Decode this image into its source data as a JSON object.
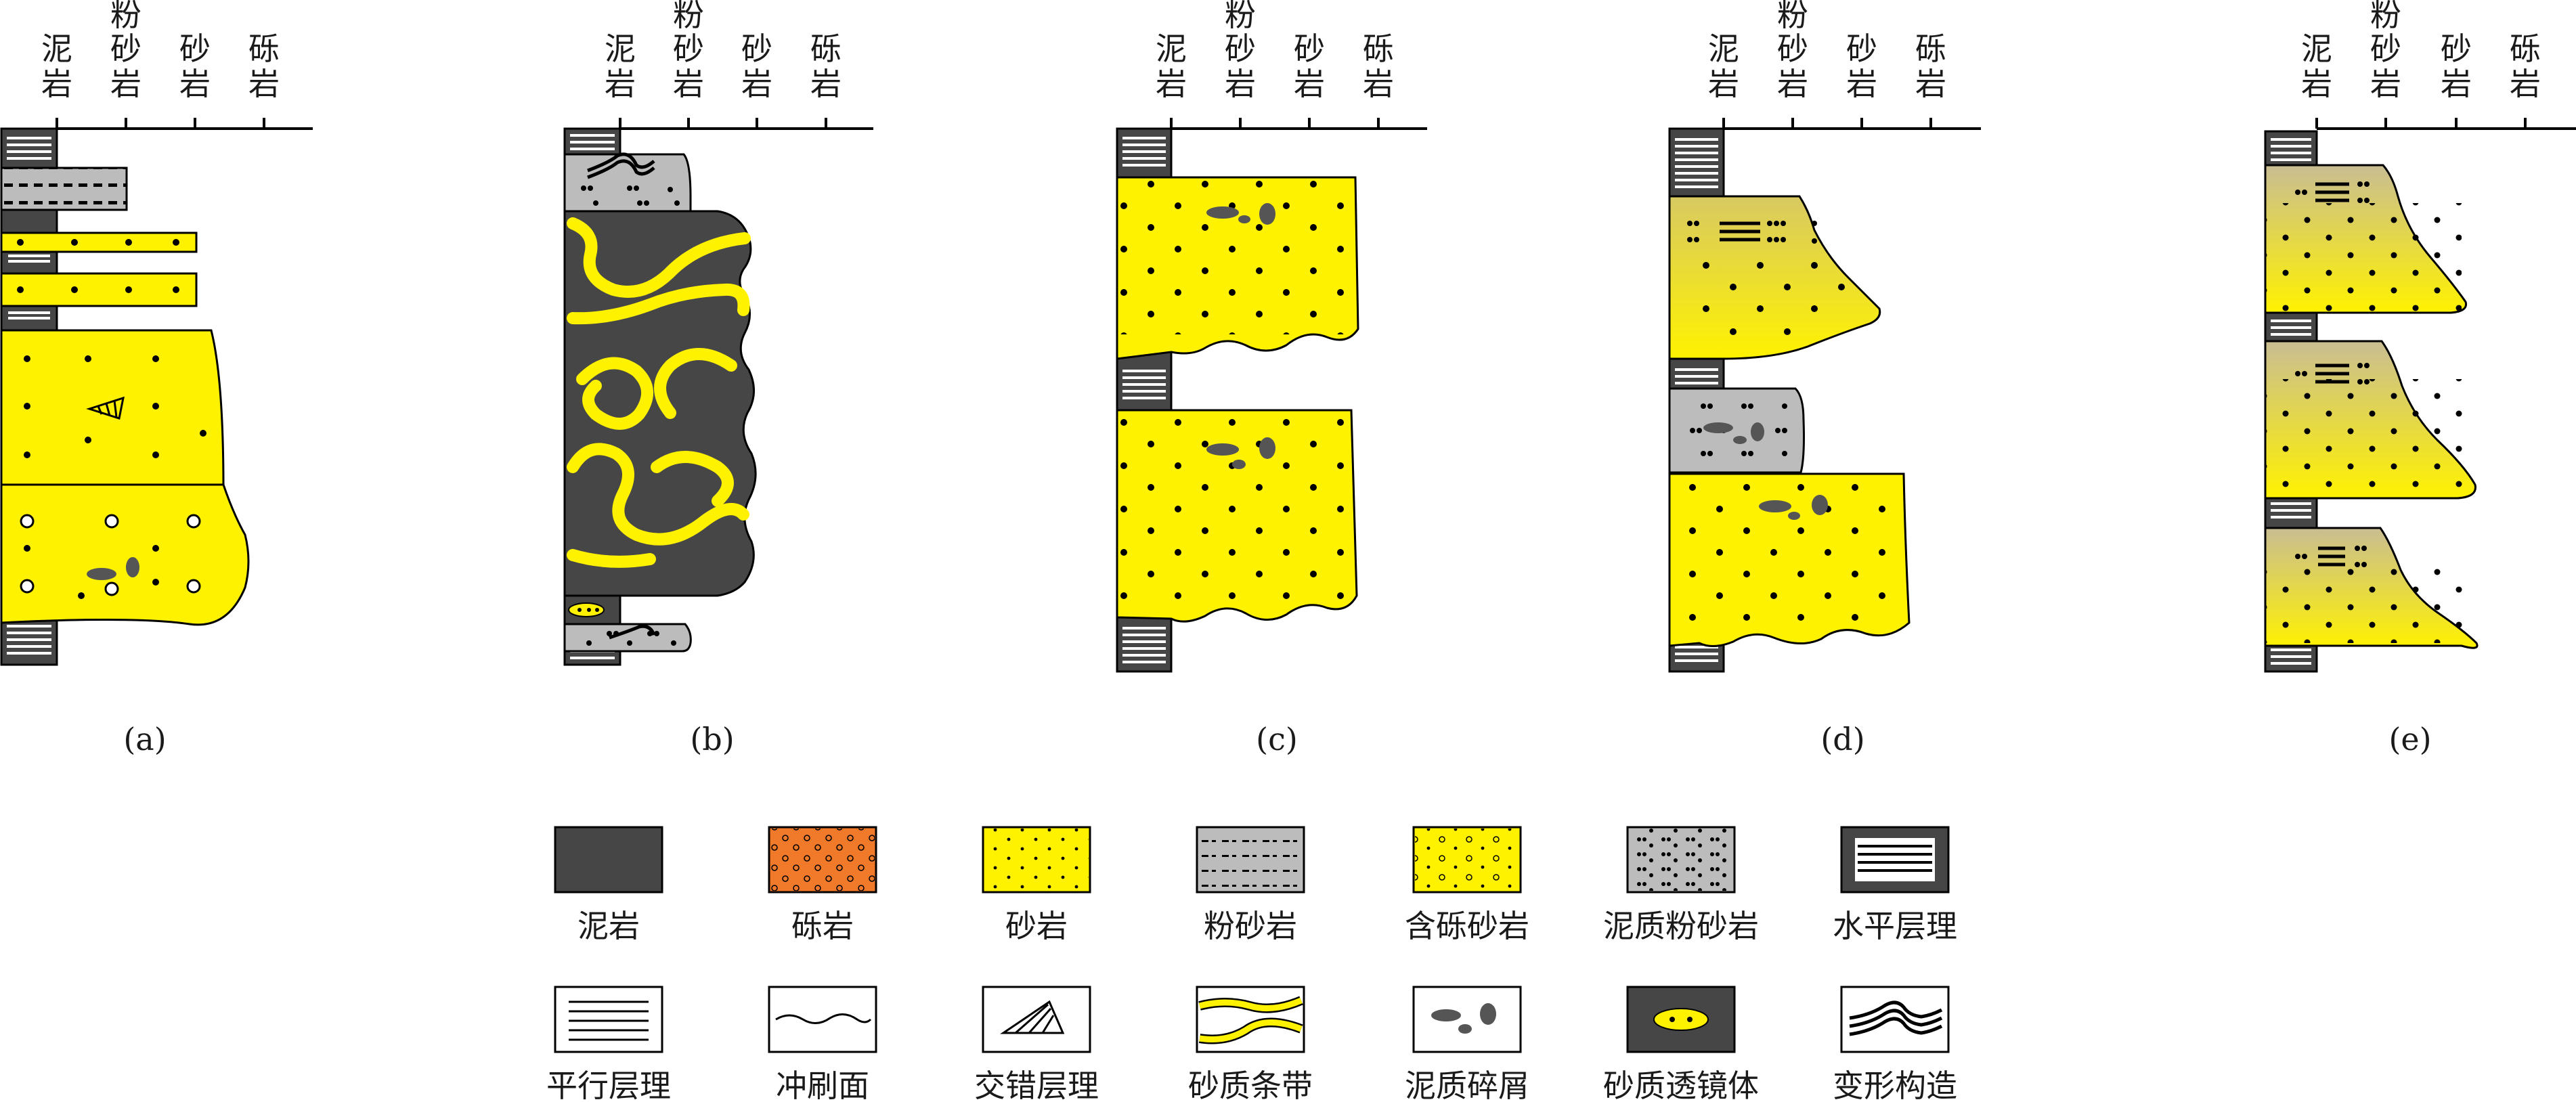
{
  "grain_axis": {
    "labels": [
      [
        "泥",
        "岩"
      ],
      [
        "粉",
        "砂",
        "岩"
      ],
      [
        "砂",
        "岩"
      ],
      [
        "砾",
        "岩"
      ]
    ]
  },
  "panels": [
    {
      "caption": "(a)"
    },
    {
      "caption": "(b)"
    },
    {
      "caption": "(c)"
    },
    {
      "caption": "(d)"
    },
    {
      "caption": "(e)"
    }
  ],
  "legend": {
    "row1": [
      {
        "label": "泥岩",
        "pattern": "mudstone"
      },
      {
        "label": "砾岩",
        "pattern": "conglomerate"
      },
      {
        "label": "砂岩",
        "pattern": "sandstone"
      },
      {
        "label": "粉砂岩",
        "pattern": "siltstone"
      },
      {
        "label": "含砾砂岩",
        "pattern": "pebbly-sandstone"
      },
      {
        "label": "泥质粉砂岩",
        "pattern": "argillaceous-siltstone"
      },
      {
        "label": "水平层理",
        "pattern": "horizontal-bedding"
      }
    ],
    "row2": [
      {
        "label": "平行层理",
        "pattern": "parallel-bedding"
      },
      {
        "label": "冲刷面",
        "pattern": "scour-surface"
      },
      {
        "label": "交错层理",
        "pattern": "cross-bedding"
      },
      {
        "label": "砂质条带",
        "pattern": "sandy-band"
      },
      {
        "label": "泥质碎屑",
        "pattern": "mud-clasts"
      },
      {
        "label": "砂质透镜体",
        "pattern": "sandy-lens"
      },
      {
        "label": "变形构造",
        "pattern": "deformation-structure"
      }
    ]
  },
  "colors": {
    "sand": "#fff200",
    "sand_dark": "#dfc73a",
    "mud": "#464646",
    "silt": "#bcbcbc",
    "gravel": "#f07a2a",
    "outline": "#000000"
  }
}
